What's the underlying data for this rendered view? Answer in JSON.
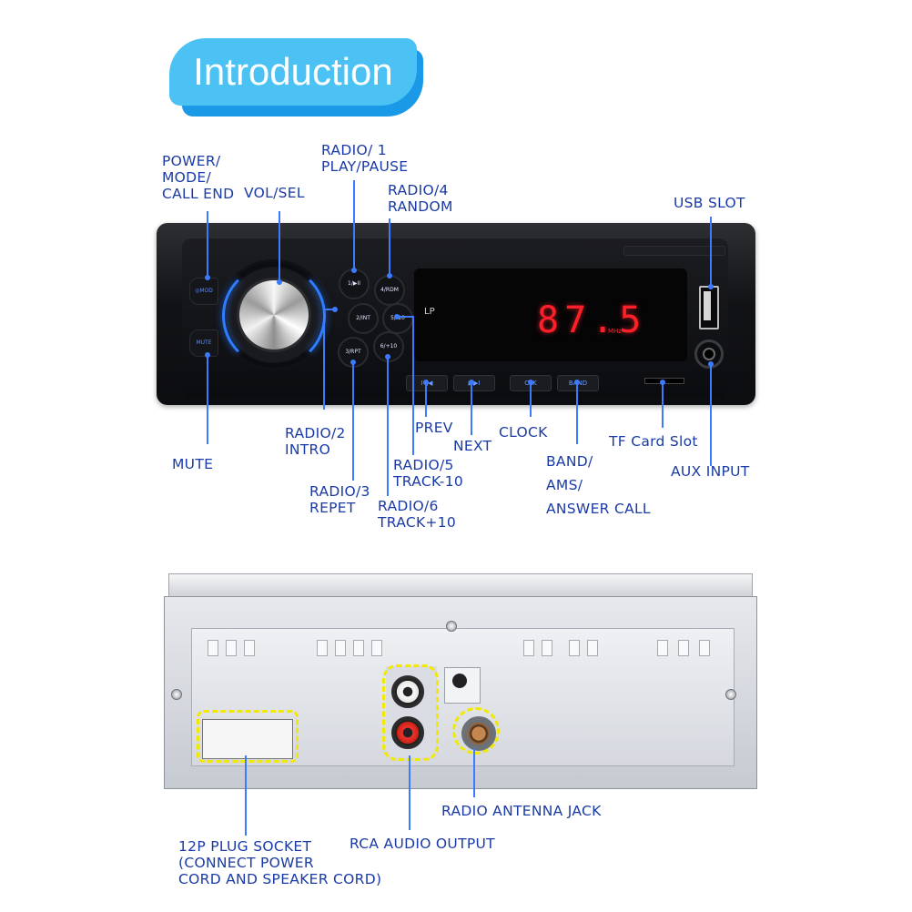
{
  "header": {
    "title": "Introduction"
  },
  "front_labels": {
    "power": [
      "POWER/",
      "MODE/",
      "CALL END"
    ],
    "vol": "VOL/SEL",
    "radio1": [
      "RADIO/ 1",
      "PLAY/PAUSE"
    ],
    "radio4": [
      "RADIO/4",
      "RANDOM"
    ],
    "usb": "USB SLOT",
    "mute": "MUTE",
    "radio2": [
      "RADIO/2",
      "INTRO"
    ],
    "prev": "PREV",
    "next": "NEXT",
    "clock": "CLOCK",
    "tf": "TF Card Slot",
    "radio3": [
      "RADIO/3",
      "REPET"
    ],
    "radio5": [
      "RADIO/5",
      "TRACK-10"
    ],
    "radio6": [
      "RADIO/6",
      "TRACK+10"
    ],
    "band": [
      "BAND/",
      "AMS/",
      "ANSWER CALL"
    ],
    "aux": "AUX INPUT"
  },
  "device": {
    "frequency": "87.5",
    "unit": "MHz",
    "lcd_icon": "LP",
    "buttons": [
      "1/▶II",
      "4/RDM",
      "2/INT",
      "5/-10",
      "3/RPT",
      "6/+10"
    ],
    "left_buttons": [
      "◎MOD",
      "MUTE"
    ],
    "bottom_buttons": [
      "I◀◀",
      "▶▶I",
      "CLK",
      "BAND"
    ],
    "led_color": "#2f7dff",
    "display_color": "#ff1f2a"
  },
  "rear_labels": {
    "antenna": "RADIO ANTENNA JACK",
    "socket": [
      "12P PLUG SOCKET",
      "(CONNECT POWER",
      "CORD AND SPEAKER CORD)"
    ],
    "rca": "RCA AUDIO OUTPUT"
  },
  "colors": {
    "label": "#1a3aa6",
    "accent": "#4cc2f4",
    "highlight": "#f2e800"
  }
}
